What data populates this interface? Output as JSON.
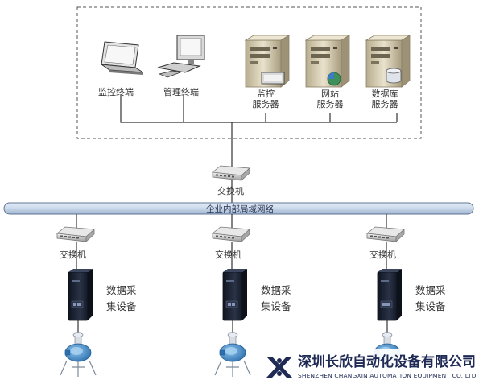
{
  "terminals": {
    "monitor_terminal": "监控终端",
    "manage_terminal": "管理终端"
  },
  "servers": {
    "monitor": [
      "监控",
      "服务器"
    ],
    "web": [
      "网站",
      "服务器"
    ],
    "database": [
      "数据库",
      "服务器"
    ]
  },
  "core_switch_label": "交换机",
  "network_label": "企业内部局域网络",
  "branches": [
    {
      "switch": "交换机",
      "device": [
        "数据采",
        "集设备"
      ]
    },
    {
      "switch": "交换机",
      "device": [
        "数据采",
        "集设备"
      ]
    },
    {
      "switch": "交换机",
      "device": [
        "数据采",
        "集设备"
      ]
    }
  ],
  "logo": {
    "name_cn": "深圳长欣自动化设备有限公司",
    "name_en": "SHENZHEN CHANGXIN AUTOMATION EQUIPMENT CO.,LTD"
  },
  "colors": {
    "network_bar": "#c9d8ea",
    "device_body": "#1d2433",
    "sensor_blue": "#3d86c6",
    "logo_blue": "#1f2a55"
  }
}
